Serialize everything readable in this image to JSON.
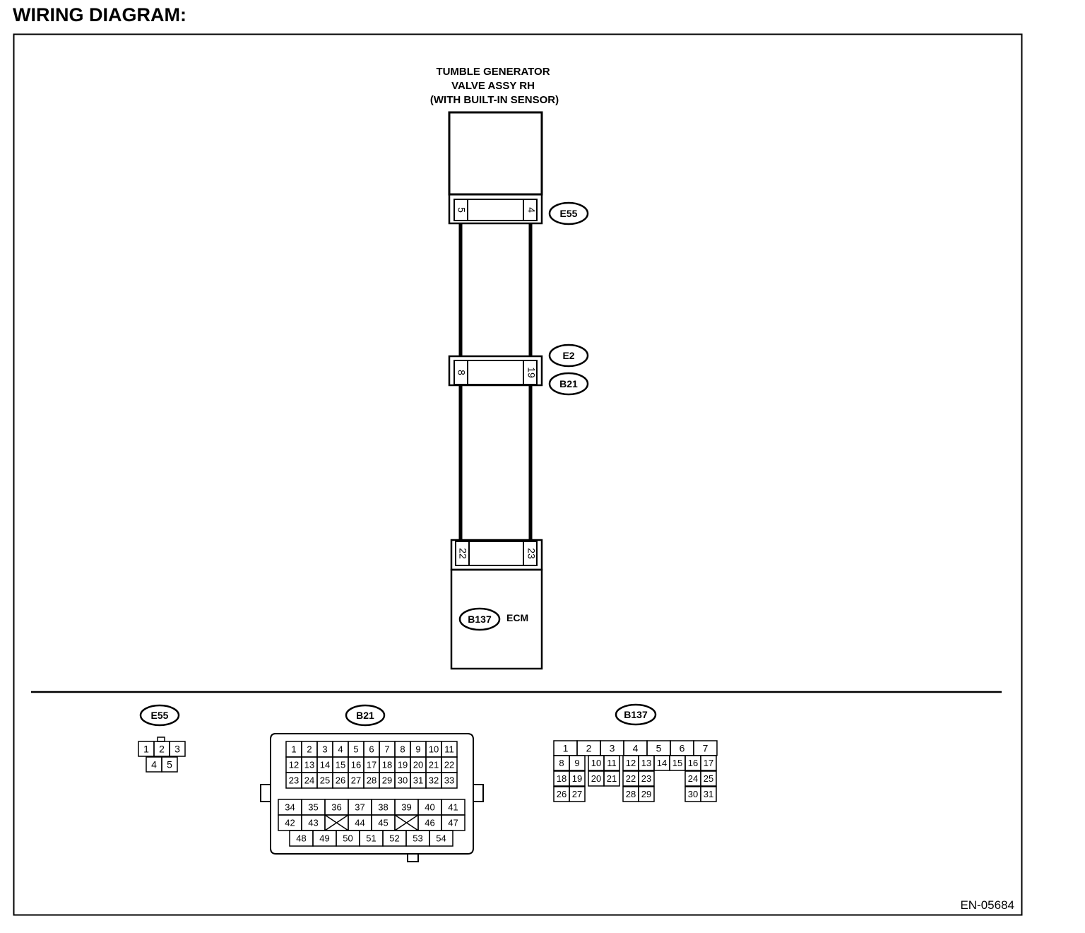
{
  "heading": "WIRING DIAGRAM:",
  "component_top": {
    "lines": [
      "TUMBLE GENERATOR",
      "VALVE ASSY RH",
      "(WITH BUILT-IN SENSOR)"
    ]
  },
  "connectors": {
    "e55": {
      "id": "E55",
      "left_pin": "5",
      "right_pin": "4"
    },
    "e2_b21": {
      "ids": [
        "E2",
        "B21"
      ],
      "left_pin": "8",
      "right_pin": "19"
    },
    "b137": {
      "id": "B137",
      "left_pin": "22",
      "right_pin": "23"
    }
  },
  "ecm": {
    "connector": "B137",
    "label": "ECM"
  },
  "legend": {
    "e55": {
      "id": "E55",
      "rows": [
        [
          "1",
          "2",
          "3"
        ],
        [
          "4",
          "5"
        ]
      ]
    },
    "b21": {
      "id": "B21",
      "upper_rows": [
        [
          "1",
          "2",
          "3",
          "4",
          "5",
          "6",
          "7",
          "8",
          "9",
          "10",
          "11"
        ],
        [
          "12",
          "13",
          "14",
          "15",
          "16",
          "17",
          "18",
          "19",
          "20",
          "21",
          "22"
        ],
        [
          "23",
          "24",
          "25",
          "26",
          "27",
          "28",
          "29",
          "30",
          "31",
          "32",
          "33"
        ]
      ],
      "lower_rows": [
        [
          "34",
          "35",
          "36",
          "37",
          "38",
          "39",
          "40",
          "41"
        ],
        [
          "42",
          "43",
          "",
          "44",
          "45",
          "",
          "46",
          "47"
        ],
        [
          "48",
          "49",
          "50",
          "51",
          "52",
          "53",
          "54"
        ]
      ]
    },
    "b137": {
      "id": "B137",
      "rows": [
        [
          "1",
          "2",
          "3",
          "4",
          "5",
          "6",
          "7"
        ],
        [
          "8",
          "9",
          "10",
          "11",
          "12",
          "13",
          "14",
          "15",
          "16",
          "17"
        ],
        [
          "18",
          "19",
          "20",
          "21",
          "22",
          "23",
          "24",
          "25"
        ],
        [
          "26",
          "27",
          "28",
          "29",
          "30",
          "31"
        ]
      ]
    }
  },
  "footer_code": "EN-05684"
}
